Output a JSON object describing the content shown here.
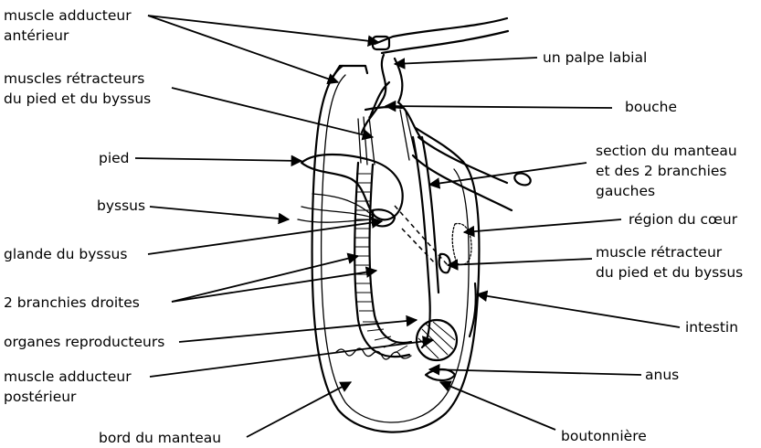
{
  "labels": {
    "muscle_adducteur_anterieur_1": "muscle adducteur",
    "muscle_adducteur_anterieur_2": "antérieur",
    "muscles_retracteurs_1": "muscles rétracteurs",
    "muscles_retracteurs_2": "du pied et du byssus",
    "pied": "pied",
    "byssus": "byssus",
    "glande_byssus": "glande du byssus",
    "branchies_droites": "2 branchies droites",
    "organes_reproducteurs": "organes reproducteurs",
    "muscle_adducteur_posterieur_1": "muscle adducteur",
    "muscle_adducteur_posterieur_2": "postérieur",
    "bord_manteau": "bord du manteau",
    "palpe_labial": "un palpe labial",
    "bouche": "bouche",
    "section_manteau_1": "section du manteau",
    "section_manteau_2": "et des 2 branchies",
    "section_manteau_3": "gauches",
    "region_coeur": "région du cœur",
    "muscle_retracteur_1": "muscle rétracteur",
    "muscle_retracteur_2": "du pied et du byssus",
    "intestin": "intestin",
    "anus": "anus",
    "boutonniere": "boutonnière"
  }
}
